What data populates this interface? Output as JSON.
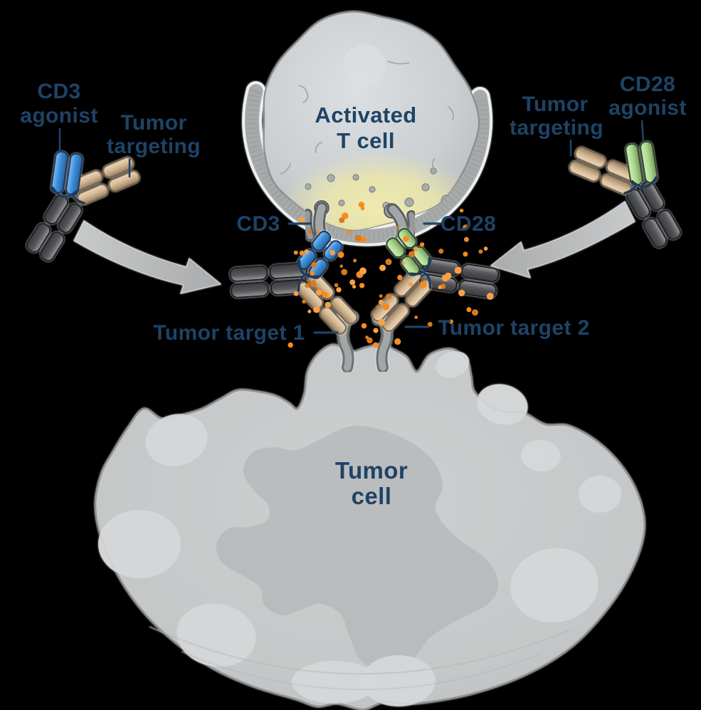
{
  "labels": {
    "cd3_agonist": {
      "line1": "CD3",
      "line2": "agonist"
    },
    "tumor_targeting_left": {
      "line1": "Tumor",
      "line2": "targeting"
    },
    "activated_t_cell": {
      "line1": "Activated",
      "line2": "T cell"
    },
    "tumor_targeting_right": {
      "line1": "Tumor",
      "line2": "targeting"
    },
    "cd28_agonist": {
      "line1": "CD28",
      "line2": "agonist"
    },
    "cd3": "CD3",
    "cd28": "CD28",
    "tumor_target_1": "Tumor target 1",
    "tumor_target_2": "Tumor target 2",
    "tumor_cell": {
      "line1": "Tumor",
      "line2": "cell"
    }
  },
  "colors": {
    "background": "#000000",
    "label_text": "#1e4366",
    "cd3_agonist_arm": "#3b8fdd",
    "cd28_agonist_arm": "#aedd8d",
    "tumor_targeting_arm": "#d9bc96",
    "antibody_heavy_chain": "#54565a",
    "receptor_gray": "#9a9d9e",
    "cytokine_dots": "#f68b1f",
    "t_cell_body": "#ccd0d2",
    "t_cell_band": "#a7aaab",
    "tumor_cell_body": "#c6c8c9",
    "activation_glow": "#ece7ab",
    "arrow_gray": "#b5b7b8"
  }
}
